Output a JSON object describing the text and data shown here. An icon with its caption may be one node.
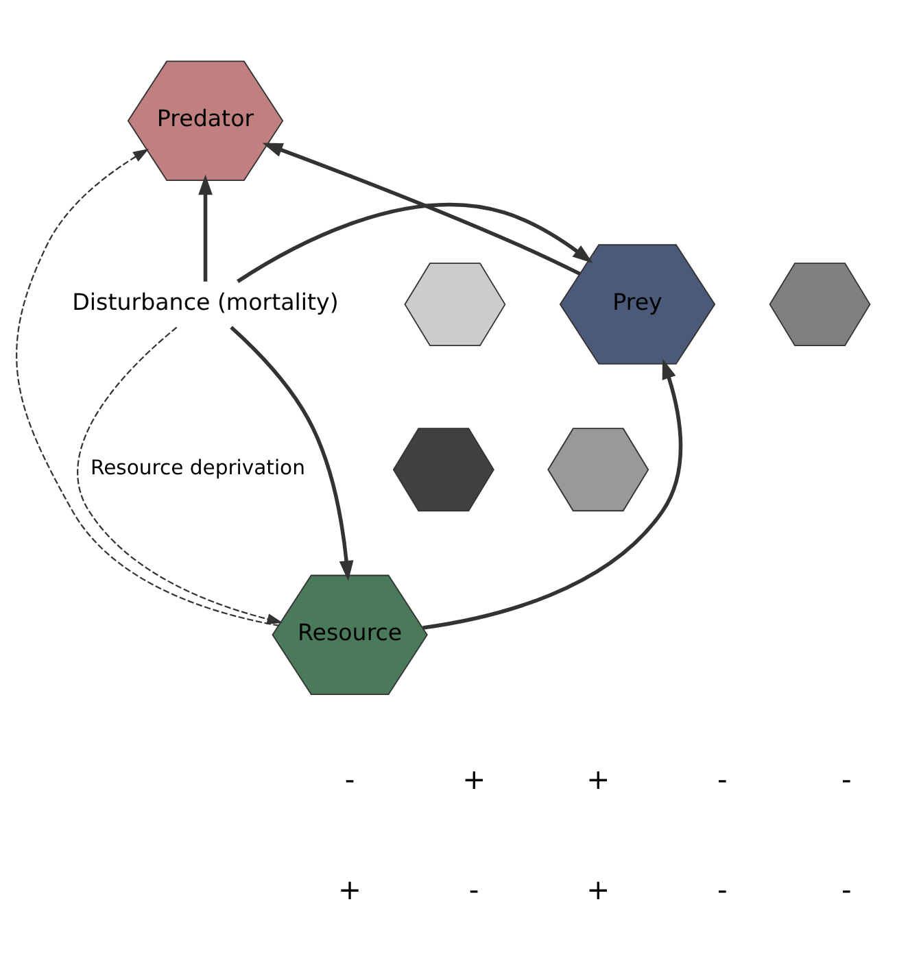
{
  "diagram": {
    "nodes": [
      {
        "text": [
          "Predator"
        ]
      },
      {
        "text": [
          "Prey"
        ]
      },
      {
        "text": [
          "Resource"
        ]
      },
      {
        "text": [
          "Disturbance (mortality)"
        ]
      },
      {
        "text": [],
        "shape": "hexagon"
      },
      {
        "text": [],
        "shape": "hexagon"
      },
      {
        "text": [],
        "shape": "hexagon"
      },
      {
        "text": [],
        "shape": "hexagon"
      }
    ],
    "edges": [
      {
        "from": 3,
        "to": 0,
        "arrow": "to"
      },
      {
        "from": 3,
        "to": 1,
        "arrow": "to"
      },
      {
        "from": 3,
        "to": 2,
        "arrow": "to"
      },
      {
        "from": 3,
        "to": 2,
        "arrow": "to",
        "style": "dashed",
        "label": "Resource deprivation"
      },
      {
        "from": 1,
        "to": 0,
        "arrow": "to"
      },
      {
        "from": 2,
        "to": 1,
        "arrow": "to"
      },
      {
        "from": 2,
        "to": 0,
        "arrow": "to",
        "style": "dashed"
      }
    ],
    "labels": [
      "-",
      "+",
      "+",
      "-",
      "-",
      "+",
      "-",
      "+",
      "-",
      "-"
    ]
  }
}
